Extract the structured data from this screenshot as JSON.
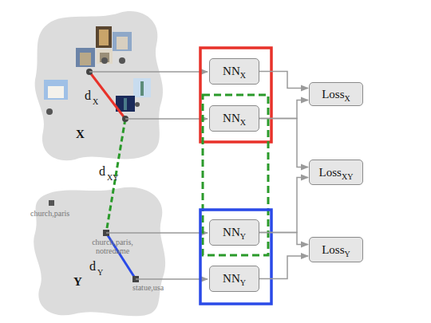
{
  "diagram": {
    "nodes": [
      {
        "text": [
          "NN",
          "X"
        ]
      },
      {
        "text": [
          "NN",
          "X"
        ]
      },
      {
        "text": [
          "NN",
          "Y"
        ]
      },
      {
        "text": [
          "NN",
          "Y"
        ]
      },
      {
        "text": [
          "Loss",
          "X"
        ]
      },
      {
        "text": [
          "Loss",
          "XY"
        ]
      },
      {
        "text": [
          "Loss",
          "Y"
        ]
      }
    ],
    "edges": [
      {
        "from": 0,
        "to": 4,
        "arrow": "to"
      },
      {
        "from": 1,
        "to": 4,
        "arrow": "to"
      },
      {
        "from": 1,
        "to": 5,
        "arrow": "to"
      },
      {
        "from": 2,
        "to": 5,
        "arrow": "to"
      },
      {
        "from": 2,
        "to": 6,
        "arrow": "to"
      },
      {
        "from": 3,
        "to": 6,
        "arrow": "to"
      }
    ],
    "labels": [
      "d",
      "X",
      "d",
      "XY",
      "d",
      "Y",
      "X",
      "Y",
      "church,paris",
      "church,paris, notredame",
      "statue,usa"
    ]
  }
}
